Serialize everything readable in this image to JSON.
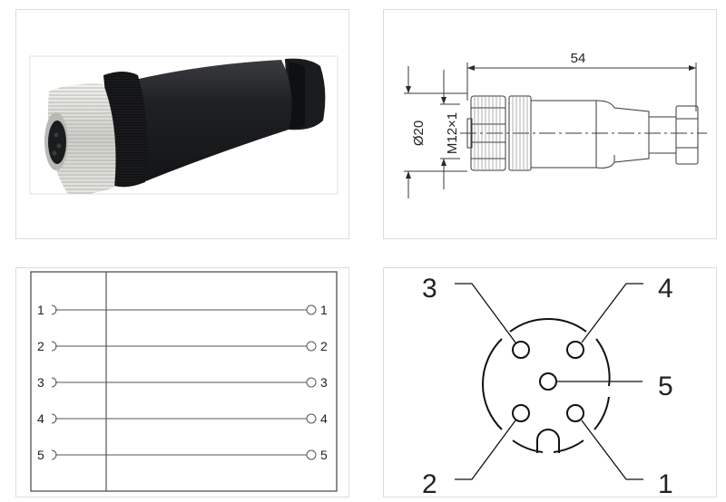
{
  "panels": {
    "photo": {
      "title": "connector-photo",
      "description": "M12 female connector, straight, black housing with nickel-plated knurled coupling nut"
    },
    "dimension_drawing": {
      "length_label": "54",
      "diameter_label": "Ø20",
      "thread_label": "M12×1"
    },
    "wiring_diagram": {
      "left_pins": [
        "1",
        "2",
        "3",
        "4",
        "5"
      ],
      "right_pins": [
        "1",
        "2",
        "3",
        "4",
        "5"
      ]
    },
    "pinout": {
      "pins": [
        {
          "number": "1",
          "position": "bottom-right"
        },
        {
          "number": "2",
          "position": "bottom-left"
        },
        {
          "number": "3",
          "position": "top-left"
        },
        {
          "number": "4",
          "position": "top-right"
        },
        {
          "number": "5",
          "position": "center"
        }
      ]
    }
  },
  "colors": {
    "line": "#3a3a3a",
    "panel_border": "#dcdcdc",
    "housing": "#1e1f22",
    "coupling_nut": "#d8d8d4"
  }
}
